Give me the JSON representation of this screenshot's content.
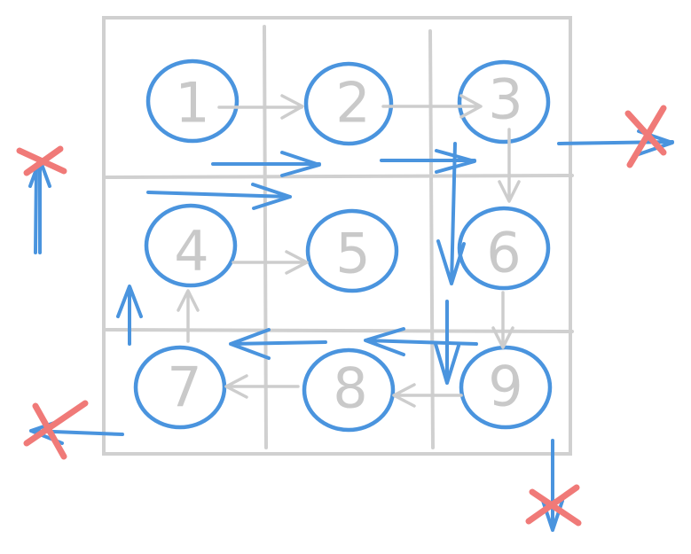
{
  "colors": {
    "grid": "#d0d0d0",
    "circle": "#4a94de",
    "number": "#c9c9c9",
    "gray_arrow": "#cdcdcd",
    "blue_arrow": "#4a94de",
    "cross": "#f07a78",
    "background": "#ffffff"
  },
  "nodes": [
    {
      "label": "1",
      "row": 0,
      "col": 0
    },
    {
      "label": "2",
      "row": 0,
      "col": 1
    },
    {
      "label": "3",
      "row": 0,
      "col": 2
    },
    {
      "label": "4",
      "row": 1,
      "col": 0
    },
    {
      "label": "5",
      "row": 1,
      "col": 1
    },
    {
      "label": "6",
      "row": 1,
      "col": 2
    },
    {
      "label": "7",
      "row": 2,
      "col": 0
    },
    {
      "label": "8",
      "row": 2,
      "col": 1
    },
    {
      "label": "9",
      "row": 2,
      "col": 2
    }
  ],
  "gray_edges": [
    {
      "from": "1",
      "to": "2"
    },
    {
      "from": "2",
      "to": "3"
    },
    {
      "from": "3",
      "to": "6"
    },
    {
      "from": "4",
      "to": "5"
    },
    {
      "from": "6",
      "to": "9"
    },
    {
      "from": "9",
      "to": "8"
    },
    {
      "from": "8",
      "to": "7"
    },
    {
      "from": "7",
      "to": "4"
    }
  ],
  "blue_path": "spiral traversal 1 → 2 → 3 → 6 → 9 → 8 → 7 → 4 → 5",
  "blocked_exits": [
    "left of 4",
    "right of 3",
    "below 9",
    "left of 7"
  ]
}
